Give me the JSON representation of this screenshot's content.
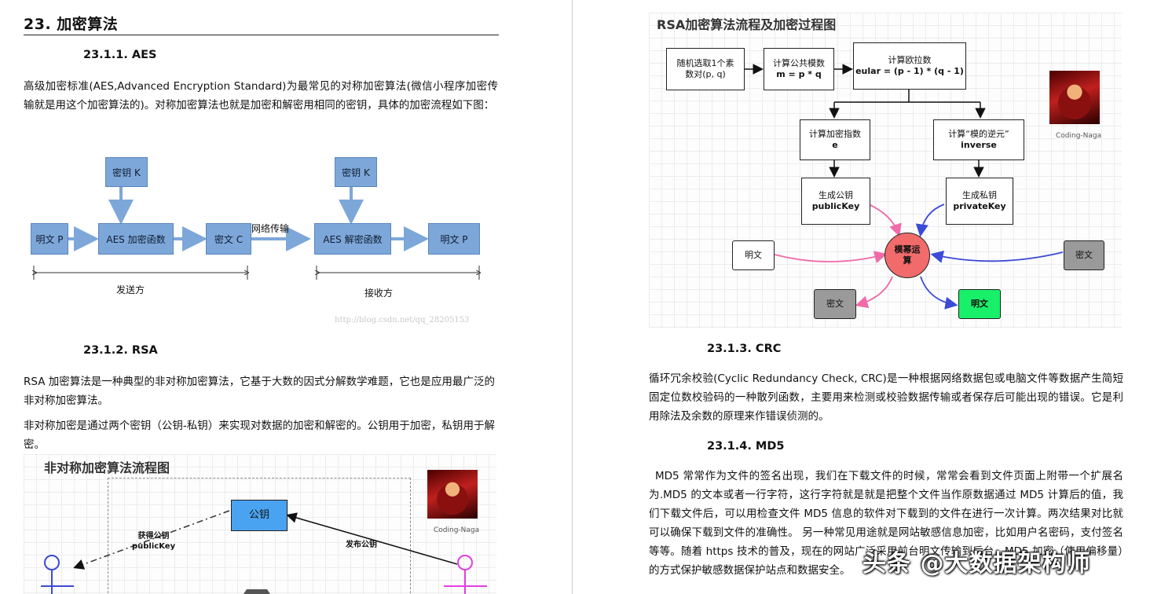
{
  "left": {
    "heading": "23.  加密算法",
    "aes": {
      "title": "23.1.1.    AES",
      "para": "高级加密标准(AES,Advanced Encryption Standard)为最常见的对称加密算法(微信小程序加密传输就是用这个加密算法的)。对称加密算法也就是加密和解密用相同的密钥，具体的加密流程如下图：",
      "diagram": {
        "key1": "密钥 K",
        "key2": "密钥 K",
        "plain1": "明文 P",
        "enc_fn": "AES 加密函数",
        "cipher": "密文  C",
        "network": "网络传输",
        "dec_fn": "AES 解密函数",
        "plain2": "明文 P",
        "sender": "发送方",
        "receiver": "接收方",
        "url": "http://blog.csdn.net/qq_28205153"
      }
    },
    "rsa": {
      "title": "23.1.2.    RSA",
      "para1": "RSA 加密算法是一种典型的非对称加密算法，它基于大数的因式分解数学难题，它也是应用最广泛的非对称加密算法。",
      "para2": "非对称加密是通过两个密钥（公钥-私钥）来实现对数据的加密和解密的。公钥用于加密，私钥用于解密。",
      "diagram": {
        "title": "非对称加密算法流程图",
        "pubkey": "公钥",
        "get_pub_1": "获得公钥",
        "get_pub_2": "publicKey",
        "publish": "发布公钥",
        "credit": "Coding-Naga"
      }
    }
  },
  "right": {
    "rsa_flow": {
      "title": "RSA加密算法流程及加密过程图",
      "step1_a": "随机选取1个素",
      "step1_b": "数对(p, q)",
      "step2_a": "计算公共模数",
      "step2_b": "m = p * q",
      "step3_a": "计算欧拉数",
      "step3_b": "eular = (p - 1) * (q - 1)",
      "enc_idx_a": "计算加密指数",
      "enc_idx_b": "e",
      "inverse_a": "计算“模的逆元”",
      "inverse_b": "inverse",
      "gen_pub_a": "生成公钥",
      "gen_pub_b": "publicKey",
      "gen_priv_a": "生成私钥",
      "gen_priv_b": "privateKey",
      "plaintext": "明文",
      "modexp": "模幂运算",
      "ciphertext_in": "密文",
      "ciphertext_out": "密文",
      "plaintext_out": "明文",
      "credit": "Coding-Naga"
    },
    "crc": {
      "title": "23.1.3.    CRC",
      "para": "循环冗余校验(Cyclic Redundancy Check, CRC)是一种根据网络数据包或电脑文件等数据产生简短固定位数校验码的一种散列函数，主要用来检测或校验数据传输或者保存后可能出现的错误。它是利用除法及余数的原理来作错误侦测的。"
    },
    "md5": {
      "title": "23.1.4.    MD5",
      "para": "MD5 常常作为文件的签名出现，我们在下载文件的时候，常常会看到文件页面上附带一个扩展名为.MD5 的文本或者一行字符，这行字符就是就是把整个文件当作原数据通过 MD5 计算后的值，我们下载文件后，可以用检查文件 MD5 信息的软件对下载到的文件在进行一次计算。两次结果对比就可以确保下载到文件的准确性。 另一种常见用途就是网站敏感信息加密，比如用户名密码，支付签名等等。随着 https 技术的普及，现在的网站广泛采用前台明文传输到后台，MD5 加密（使用偏移量）的方式保护敏感数据保护站点和数据安全。"
    }
  },
  "watermark": "头条 @大数据架构师",
  "colors": {
    "aes_box": "#7da7d9",
    "pink": "#f06ba8",
    "blue": "#3b4bd6",
    "red_node": "#f26b6b",
    "green_node": "#19f06a",
    "gray_node": "#9a9a9a"
  }
}
